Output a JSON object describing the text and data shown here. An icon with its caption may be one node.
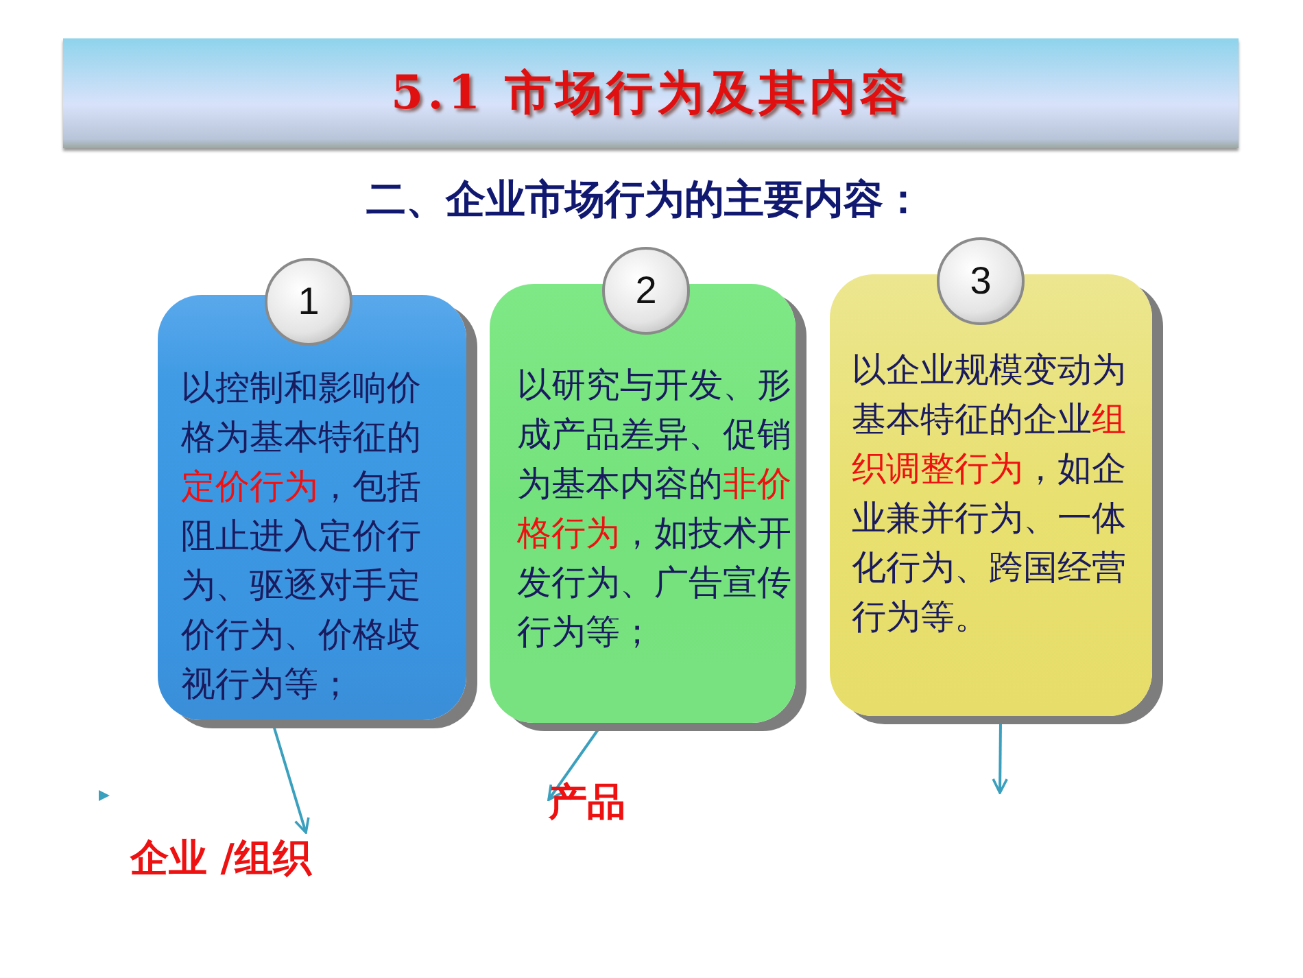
{
  "diagram": {
    "title": "5.1 市场行为及其内容",
    "nodes": [
      {
        "text": [
          "1"
        ]
      },
      {
        "text": [
          "以控制和影响价格为基本特征的**定价行为**，包括阻止进入定价行为、驱逐对手定价行为、价格歧视行为等；"
        ]
      },
      {
        "text": [
          "2"
        ]
      },
      {
        "text": [
          "以研究与开发、形成产品差异、促销为基本内容的**非价格行为**，如技术开发行为、广告宣传行为等；"
        ]
      },
      {
        "text": [
          "3"
        ]
      },
      {
        "text": [
          "以企业规模变动为基本特征的企业**组织调整行为**，如企业兼并行为、一体化行为、跨国经营行为等。"
        ]
      },
      {
        "text": [
          "产品"
        ]
      },
      {
        "text": [
          "企业 /组织"
        ]
      }
    ],
    "edges": [
      {
        "from": 1,
        "to": 7,
        "arrow": "to"
      },
      {
        "from": 3,
        "to": 6,
        "arrow": "to"
      },
      {
        "from": 5,
        "to": null,
        "arrow": "to"
      }
    ],
    "labels": [
      "二、企业市场行为的主要内容："
    ]
  }
}
